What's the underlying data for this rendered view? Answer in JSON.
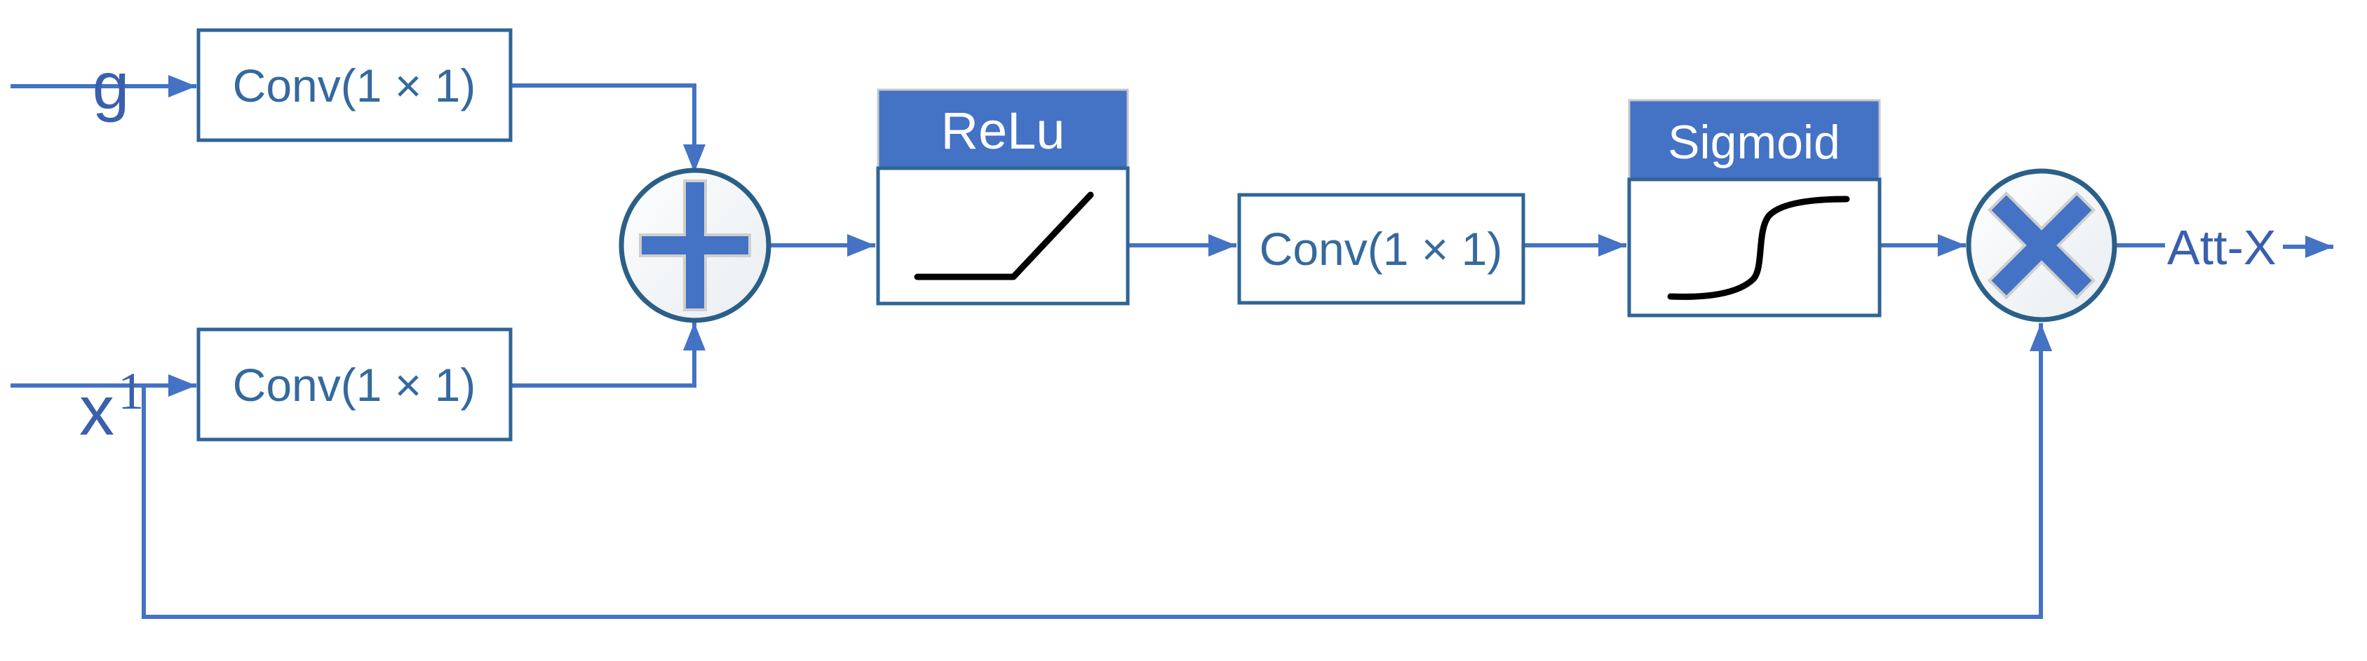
{
  "nodes": {
    "input_g": {
      "label": "g"
    },
    "input_x": {
      "label": "x",
      "superscript": "1"
    },
    "conv_g": {
      "label": "Conv(1 × 1)"
    },
    "conv_x": {
      "label": "Conv(1 × 1)"
    },
    "add_node": {
      "symbol": "+"
    },
    "relu": {
      "title": "ReLu"
    },
    "conv_mid": {
      "label": "Conv(1 × 1)"
    },
    "sigmoid": {
      "title": "Sigmoid"
    },
    "multiply_node": {
      "symbol": "×"
    },
    "output": {
      "label": "Att-X"
    }
  },
  "colors": {
    "wire": "#4472C4",
    "box_border": "#2F6496",
    "box_text": "#35699E",
    "header_fill": "#4472C4",
    "header_text": "#FFFFFF",
    "header_outline": "#C8C8C8",
    "node_stroke": "#2A5F88",
    "node_symbol": "#4472C4",
    "symbol_outline": "#CFCFCF",
    "label_text": "#3A5FAD",
    "curve": "#000000",
    "background": "#FFFFFF"
  }
}
